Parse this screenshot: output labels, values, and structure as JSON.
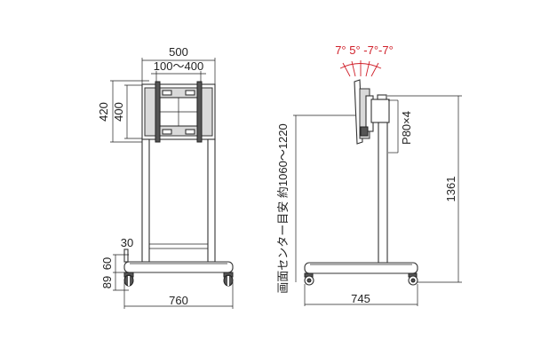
{
  "front_view": {
    "overall_width": "500",
    "vesa_width": "100～400",
    "overall_height": "420",
    "vesa_height": "400",
    "top_clearance": "30",
    "bottom_height": "60",
    "caster_height": "89",
    "base_width": "760"
  },
  "side_view": {
    "tilt_angles": "7° 5° -7°-7°",
    "vertical_label": "画面センター目安 約1060～1220",
    "pole_label": "P80×4",
    "height_label": "1361",
    "base_depth": "745"
  },
  "colors": {
    "line": "#222222",
    "fill": "#d9d9d9",
    "tilt_arrow": "#d0202a"
  }
}
